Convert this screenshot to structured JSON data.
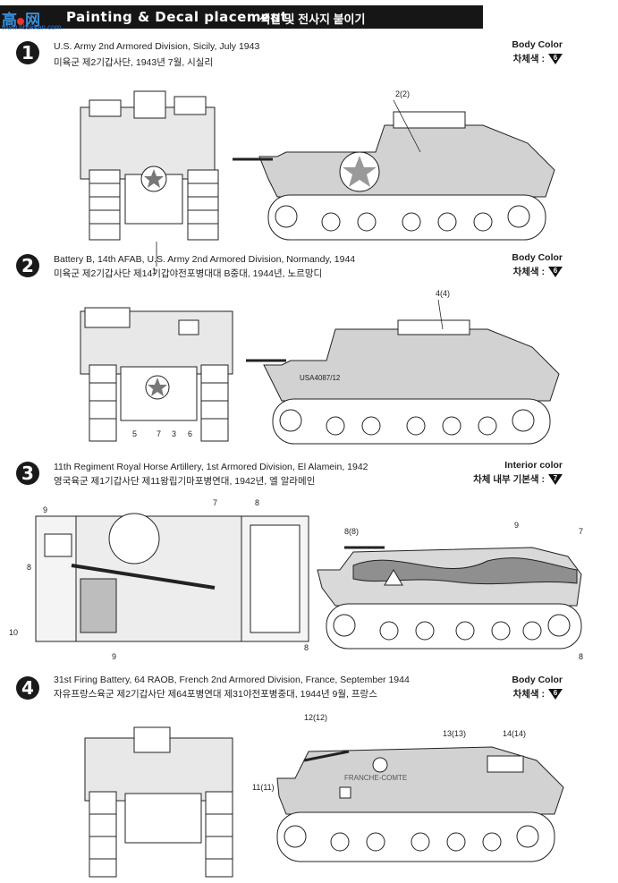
{
  "header": {
    "logo_text": "高",
    "logo_text2": "网",
    "logo_sub": "www.hbskkan.com",
    "title_en": "Painting & Decal placement",
    "title_ko": "색칠 및 전사지 붙이기"
  },
  "sections": [
    {
      "number": "1",
      "caption_en": "U.S. Army 2nd Armored Division, Sicily, July 1943",
      "caption_ko": "미육군 제2기갑사단, 1943년 7월, 시실리",
      "color_label_en": "Body Color",
      "color_label_ko": "차체색 :",
      "color_code": "6",
      "callouts": [
        "2(2)",
        "1"
      ]
    },
    {
      "number": "2",
      "caption_en": "Battery B, 14th AFAB, U.S. Army 2nd Armored Division, Normandy, 1944",
      "caption_ko": "미육군 제2기갑사단 제14기갑야전포병대대 B중대, 1944년, 노르망디",
      "color_label_en": "Body Color",
      "color_label_ko": "차체색 :",
      "color_code": "6",
      "callouts": [
        "4(4)",
        "5",
        "7",
        "3",
        "6"
      ],
      "serial_text": "USA4087/12"
    },
    {
      "number": "3",
      "caption_en": "11th Regiment Royal Horse Artillery, 1st Armored Division, El Alamein, 1942",
      "caption_ko": "영국육군 제1기갑사단 제11왕립기마포병연대, 1942년, 엘 알라메인",
      "color_label_en": "Interior color",
      "color_label_ko": "차체 내부 기본색 :",
      "color_code": "7",
      "callouts": [
        "9",
        "7",
        "8",
        "8",
        "8",
        "10",
        "9",
        "8(8)",
        "9",
        "7",
        "8"
      ]
    },
    {
      "number": "4",
      "caption_en": "31st Firing Battery, 64 RAOB, French 2nd Armored Division, France, September 1944",
      "caption_ko": "자유프랑스육군 제2기갑사단 제64포병연대 제31야전포병중대, 1944년 9월, 프랑스",
      "color_label_en": "Body Color",
      "color_label_ko": "차체색 :",
      "color_code": "6",
      "callouts": [
        "12(12)",
        "13(13)",
        "14(14)",
        "11(11)"
      ],
      "side_text": "FRANCHE-COMTE"
    }
  ],
  "colors": {
    "ink": "#1c1c1c",
    "header": "#161616",
    "hull_grey": "#c9c9c9",
    "shade": "#a8a8a8",
    "logo_blue": "#3b8fd8"
  }
}
